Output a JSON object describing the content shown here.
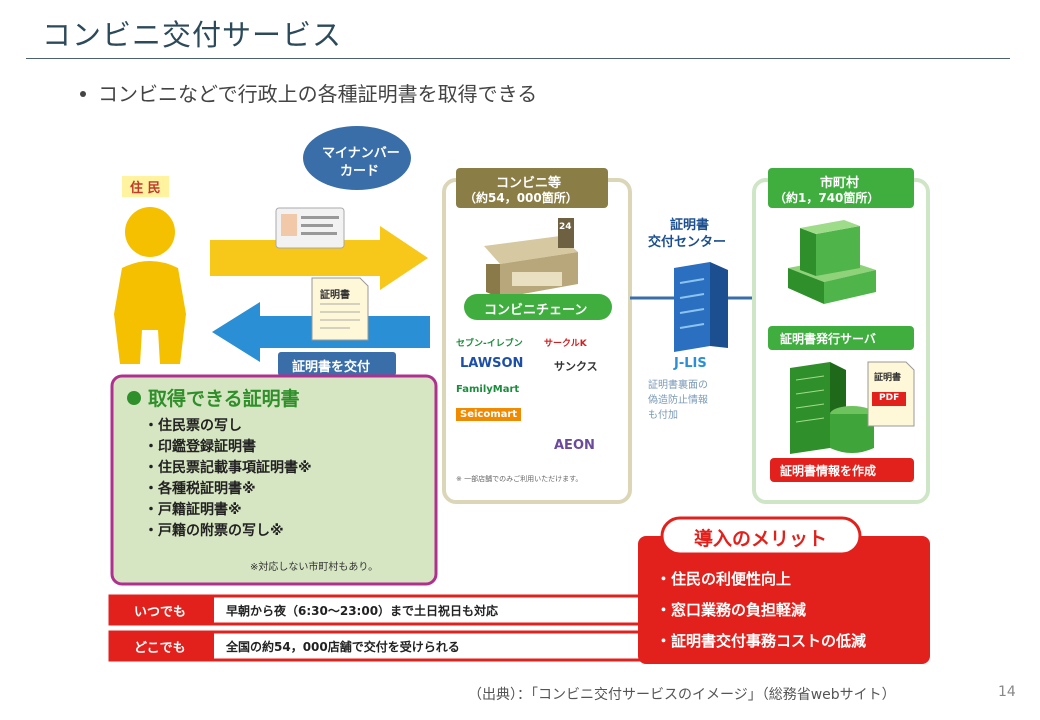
{
  "slide": {
    "title": "コンビニ交付サービス",
    "bullet": "コンビニなどで行政上の各種証明書を取得できる",
    "source": "（出典）：「コンビニ交付サービスのイメージ」（総務省webサイト）",
    "page_number": "14"
  },
  "diagram": {
    "resident_label": "住 民",
    "mynumber_card_line1": "マイナンバー",
    "mynumber_card_line2": "カード",
    "certificate_doc_label": "証明書",
    "issue_arrow_label": "証明書を交付",
    "convenience": {
      "header_line1": "コンビニ等",
      "header_line2": "（約54，000箇所）",
      "store_number": "24",
      "chain_label": "コンビニチェーン",
      "brands": [
        "セブン-イレブン",
        "サークルK",
        "LAWSON",
        "サンクス",
        "FamilyMart",
        "Seicomart",
        "AEON"
      ],
      "note": "※ 一部店舗でのみご利用いただけます。"
    },
    "center": {
      "title_line1": "証明書",
      "title_line2": "交付センター",
      "jlis": "J-LIS",
      "note_lines": [
        "証明書裏面の",
        "偽造防止情報",
        "も付加"
      ]
    },
    "municipality": {
      "header_line1": "市町村",
      "header_line2": "（約1，740箇所）",
      "server_label": "証明書発行サーバ",
      "doc_label": "証明書",
      "pdf_label": "PDF",
      "create_label": "証明書情報を作成"
    },
    "certificates": {
      "title": "取得できる証明書",
      "items": [
        "住民票の写し",
        "印鑑登録証明書",
        "住民票記載事項証明書※",
        "各種税証明書※",
        "戸籍証明書※",
        "戸籍の附票の写し※"
      ],
      "note": "※対応しない市町村もあり。"
    },
    "anytime": {
      "tag": "いつでも",
      "text": "早朝から夜（6:30〜23:00）まで土日祝日も対応"
    },
    "anywhere": {
      "tag": "どこでも",
      "text": "全国の約54，000店舗で交付を受けられる"
    },
    "merits": {
      "title": "導入のメリット",
      "items": [
        "住民の利便性向上",
        "窓口業務の負担軽減",
        "証明書交付事務コストの低減"
      ]
    },
    "colors": {
      "title": "#2c4a5a",
      "green": "#3fae3f",
      "olive": "#8a7d45",
      "red": "#e3211c",
      "magenta": "#b0308f",
      "yellow": "#f5c000",
      "blue": "#2a8fd4",
      "navy_badge": "#3a6ea8"
    }
  }
}
